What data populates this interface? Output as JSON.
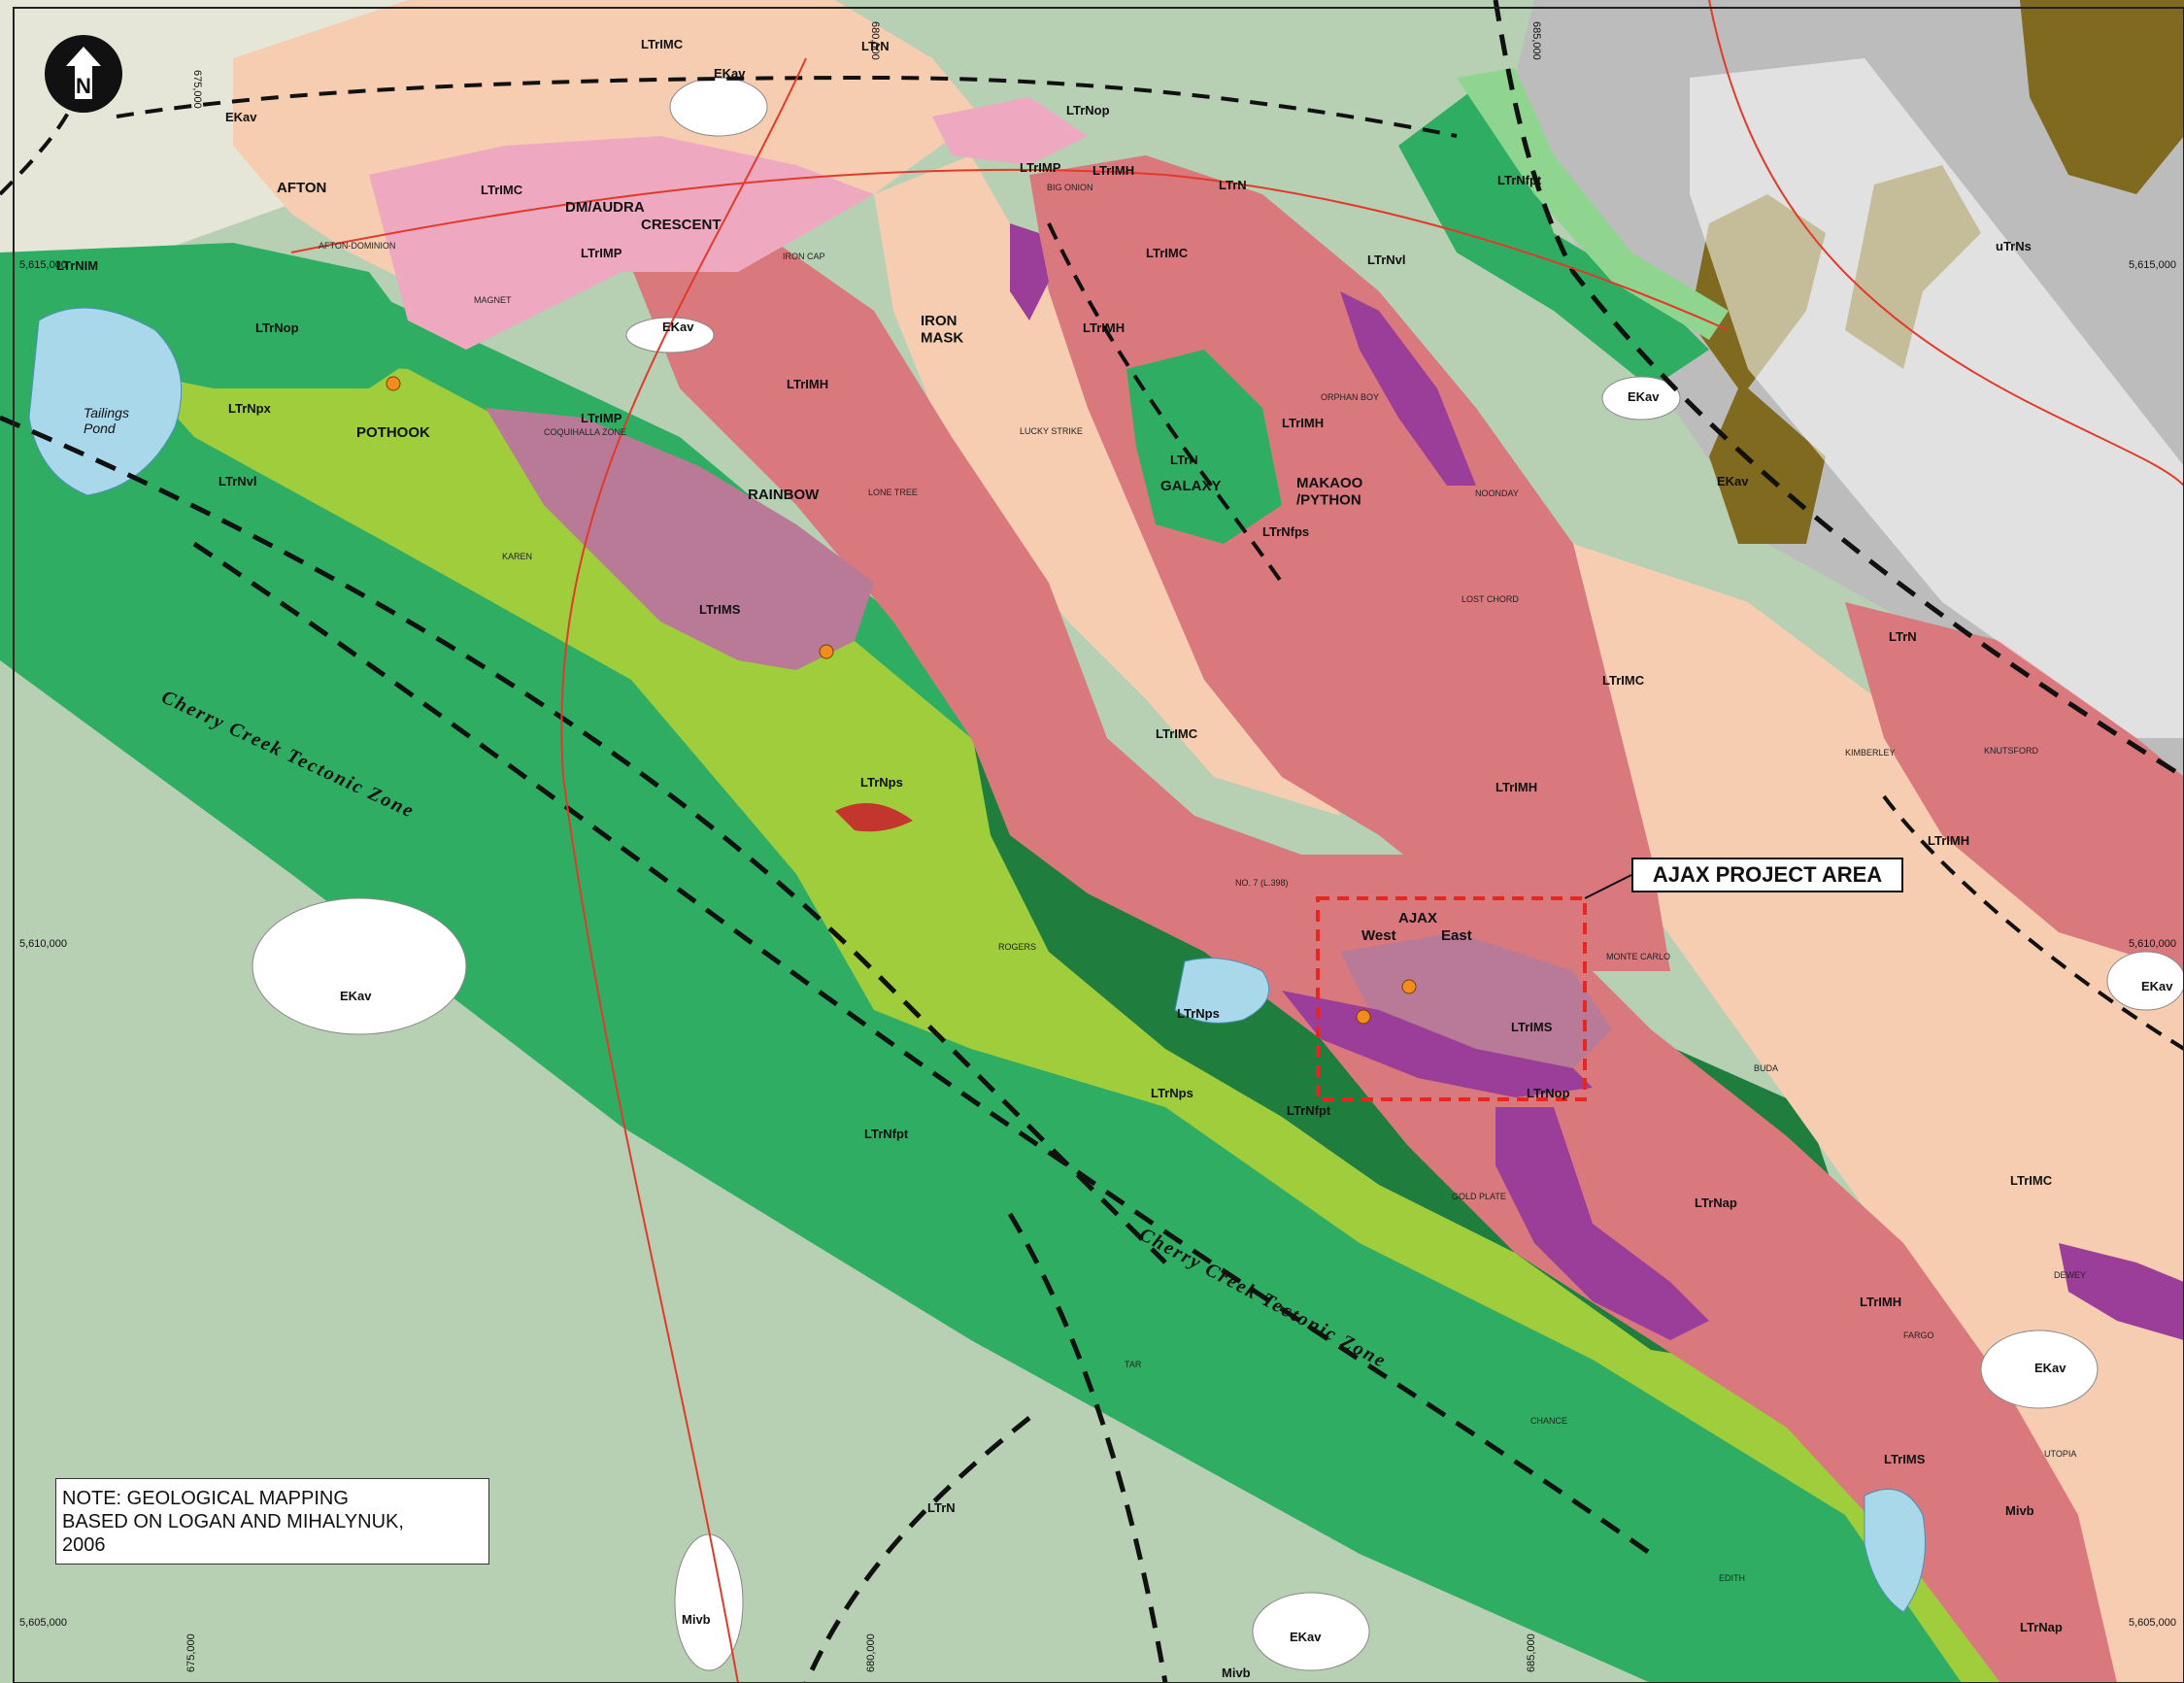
{
  "colors": {
    "diorite_pink": "#d9797e",
    "monzonite_peach": "#f6cdb0",
    "pink_light": "#eea9c0",
    "purple": "#9b3e99",
    "mauve": "#b87a96",
    "volcanic_green": "#2fae63",
    "dark_green": "#1f7d3e",
    "lime": "#9fcd3c",
    "pale_green": "#b7cfb3",
    "light_green": "#8fd58f",
    "water": "#a8d8ea",
    "brown": "#7f6a1f",
    "grey": "#bcbcbc"
  },
  "labels": {
    "units": {
      "ltrimc": "LTrIMC",
      "ltrimh": "LTrIMH",
      "ltrims": "LTrIMS",
      "ltrimp": "LTrIMP",
      "ltrnop": "LTrNop",
      "ltrnps": "LTrNps",
      "ltrnfpt": "LTrNfpt",
      "ltrnap": "LTrNap",
      "ltrn": "LTrN",
      "ltrnpx": "LTrNpx",
      "ltrnvl": "LTrNvl",
      "ltrnim": "LTrNIM",
      "ltrnfps": "LTrNfps",
      "ekav": "EKav",
      "mivb": "Mivb",
      "utrns": "uTrNs"
    },
    "places": {
      "afton": "AFTON",
      "dm_audra": "DM/AUDRA",
      "crescent": "CRESCENT",
      "pothook": "POTHOOK",
      "rainbow": "RAINBOW",
      "iron_mask": "IRON\nMASK",
      "galaxy": "GALAXY",
      "makaoo": "MAKAOO\n/PYTHON",
      "ajax": "AJAX",
      "west": "West",
      "east": "East",
      "tailings": "Tailings\nPond"
    },
    "zone_label": "Cherry Creek Tectonic Zone",
    "coords": {
      "n_5615000": "5,615,000",
      "n_5610000": "5,610,000",
      "n_5605000": "5,605,000",
      "e_675000": "675,000",
      "e_680000": "680,000",
      "e_685000": "685,000"
    },
    "small": {
      "afton_dominion": "AFTON-DOMINION",
      "magnet": "MAGNET",
      "iron_cap": "IRON CAP",
      "big_onion": "BIG ONION",
      "lucky_strike": "LUCKY STRIKE",
      "orphan_boy": "ORPHAN BOY",
      "noonday": "NOONDAY",
      "lone_tree": "LONE TREE",
      "monte_carlo": "MONTE CARLO",
      "rogers": "ROGERS",
      "gold_plate": "GOLD PLATE",
      "chance": "CHANCE",
      "buda": "BUDA",
      "kimberley": "KIMBERLEY",
      "knutsford": "KNUTSFORD",
      "dewey": "DEWEY",
      "fargo": "FARGO",
      "edith": "EDITH",
      "utopia": "UTOPIA",
      "tar": "TAR",
      "karen": "KAREN",
      "no7": "NO. 7 (L.398)",
      "coquihalla": "COQUIHALLA ZONE",
      "lost_chord": "LOST CHORD"
    }
  },
  "callout_text": "AJAX PROJECT AREA",
  "note_text": "NOTE:  GEOLOGICAL MAPPING\nBASED ON LOGAN AND MIHALYNUK,\n2006",
  "north_symbol": "N"
}
